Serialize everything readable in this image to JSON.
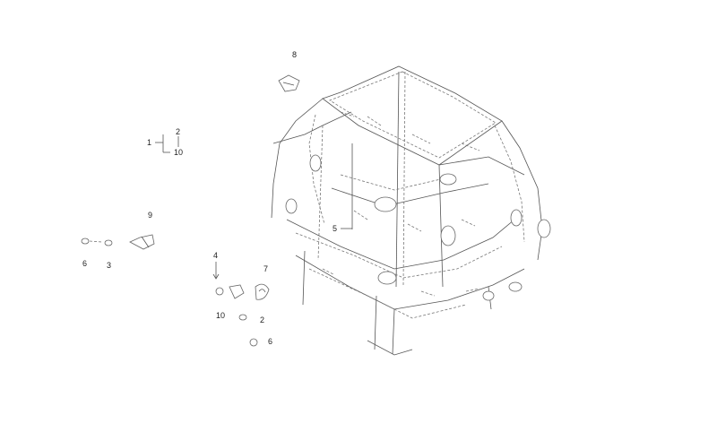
{
  "diagram": {
    "callouts": [
      {
        "id": "c1",
        "text": "1"
      },
      {
        "id": "c2a",
        "text": "2"
      },
      {
        "id": "c10a",
        "text": "10"
      },
      {
        "id": "c9",
        "text": "9"
      },
      {
        "id": "c6a",
        "text": "6"
      },
      {
        "id": "c3",
        "text": "3"
      },
      {
        "id": "c8",
        "text": "8"
      },
      {
        "id": "c5",
        "text": "5"
      },
      {
        "id": "c4",
        "text": "4"
      },
      {
        "id": "c7",
        "text": "7"
      },
      {
        "id": "c10b",
        "text": "10"
      },
      {
        "id": "c2b",
        "text": "2"
      },
      {
        "id": "c6b",
        "text": "6"
      }
    ]
  }
}
